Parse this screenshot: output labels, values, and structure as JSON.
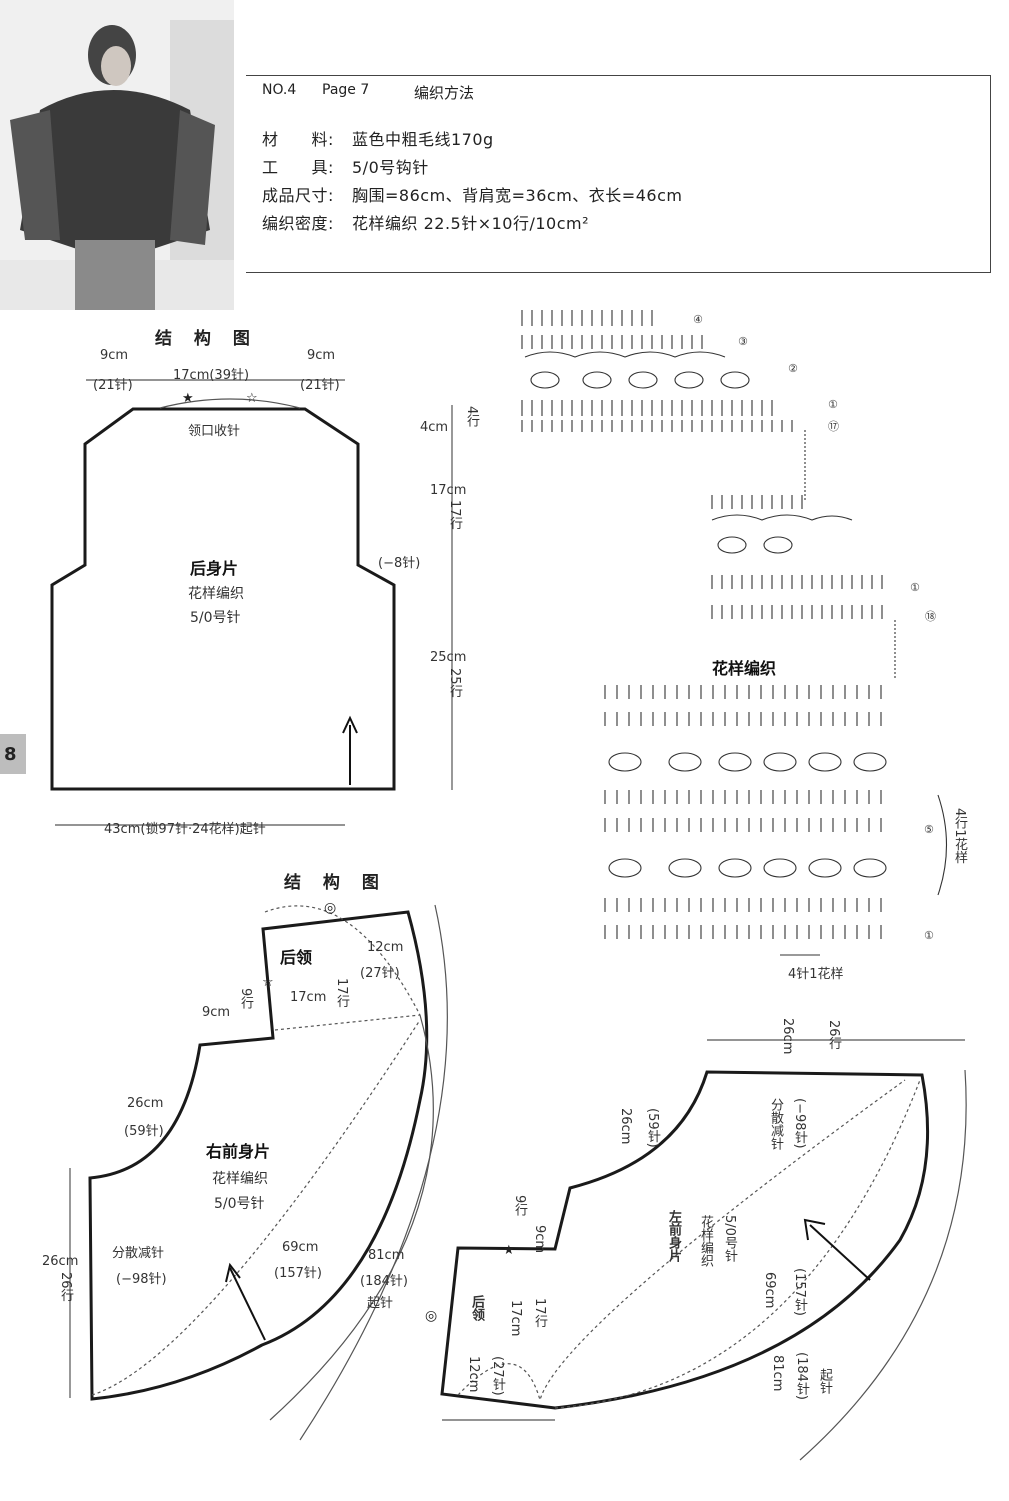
{
  "header": {
    "no": "NO.4",
    "page": "Page 7",
    "method": "编织方法"
  },
  "specs": [
    {
      "key": "材　　料:",
      "value": "蓝色中粗毛线170g"
    },
    {
      "key": "工　　具:",
      "value": "5/0号钩针"
    },
    {
      "key": "成品尺寸:",
      "value": "胸围=86cm、背肩宽=36cm、衣长=46cm"
    },
    {
      "key": "编织密度:",
      "value": "花样编织 22.5针×10行/10cm²"
    }
  ],
  "page_number": "8",
  "back": {
    "title": "结 构 图",
    "name": "后身片",
    "pattern": "花样编织",
    "hook": "5/0号针",
    "top_left": "9cm",
    "top_left_st": "(21针)",
    "top_mid": "17cm(39针)",
    "top_right": "9cm",
    "top_right_st": "(21针)",
    "neck": "领口收针",
    "h1": "4cm",
    "h1_rows": "4行",
    "h2": "17cm",
    "h2_rows": "17行",
    "dec": "(−8针)",
    "h3": "25cm",
    "h3_rows": "25行",
    "bottom": "43cm(锁97针·24花样)起针"
  },
  "stitch": {
    "title": "花样编织",
    "repeat": "4行1花样",
    "bottom": "4针1花样",
    "marks": [
      "④",
      "③",
      "②",
      "①",
      "⑰",
      "①",
      "⑱",
      "⑤",
      "①"
    ]
  },
  "right": {
    "title": "结 构 图",
    "collar": "后领",
    "name": "右前身片",
    "pattern": "花样编织",
    "hook": "5/0号针",
    "c1": "12cm",
    "c1_st": "(27针)",
    "c2": "17cm",
    "c2_rows": "17行",
    "c3": "9cm",
    "c3_rows": "9行",
    "s1": "26cm",
    "s1_st": "(59针)",
    "dec": "分散减针",
    "dec_st": "(−98针)",
    "side": "26cm",
    "side_rows": "26行",
    "inner": "69cm",
    "inner_st": "(157针)",
    "outer": "81cm",
    "outer_st": "(184针)",
    "outer_cast": "起针"
  },
  "left": {
    "collar": "后领",
    "name": "左前身片",
    "pattern": "花样编织",
    "hook": "5/0号针",
    "top": "26cm",
    "top_rows": "26行",
    "s1": "26cm",
    "s1_st": "(59针)",
    "dec": "分散减针",
    "dec_st": "(−98针)",
    "c3": "9cm",
    "c3_rows": "9行",
    "c2": "17cm",
    "c2_rows": "17行",
    "c1": "12cm",
    "c1_st": "(27针)",
    "inner": "69cm",
    "inner_st": "(157针)",
    "outer": "81cm",
    "outer_st": "(184针)",
    "outer_cast": "起针"
  }
}
